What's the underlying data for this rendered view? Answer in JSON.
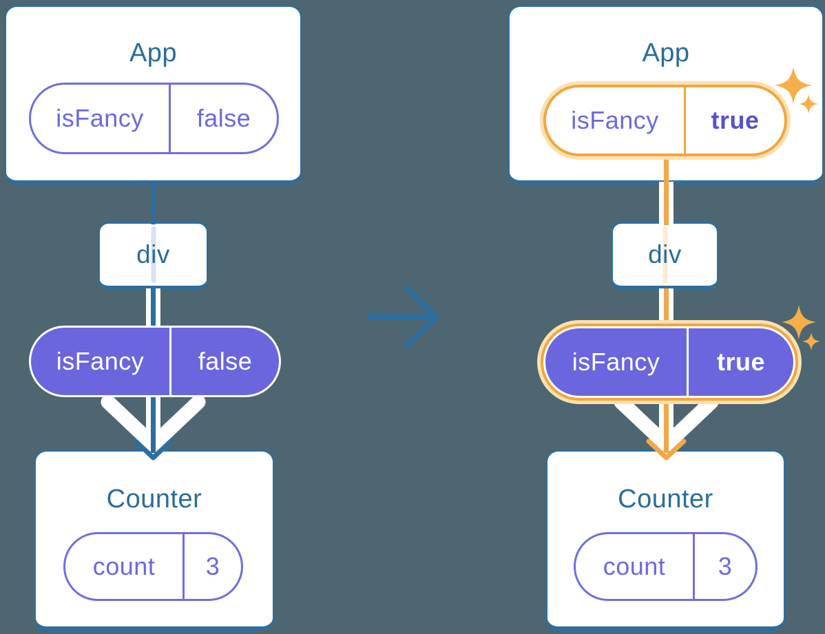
{
  "before": {
    "app_card": {
      "title": "App"
    },
    "app_prop_pill": {
      "key": "isFancy",
      "value": "false"
    },
    "div_card": {
      "title": "div"
    },
    "passed_prop_pill": {
      "key": "isFancy",
      "value": "false"
    },
    "counter_card": {
      "title": "Counter"
    },
    "count_state_pill": {
      "key": "count",
      "value": "3"
    }
  },
  "after": {
    "app_card": {
      "title": "App"
    },
    "app_prop_pill": {
      "key": "isFancy",
      "value": "true"
    },
    "div_card": {
      "title": "div"
    },
    "passed_prop_pill": {
      "key": "isFancy",
      "value": "true"
    },
    "counter_card": {
      "title": "Counter"
    },
    "count_state_pill": {
      "key": "count",
      "value": "3"
    }
  },
  "icons": {
    "transition_arrow": "right-arrow",
    "sparkle": "four-point-sparkle"
  },
  "colors": {
    "background": "#4d6671",
    "card_border_blue": "#2e6e9e",
    "heading_blue": "#2b6c98",
    "purple_text": "#6a69e0",
    "purple_fill": "#6b66dd",
    "highlight_orange": "#f0a73f",
    "highlight_halo": "#fbe0b0",
    "sparkle_orange": "#f5ae4a",
    "white": "#ffffff"
  }
}
